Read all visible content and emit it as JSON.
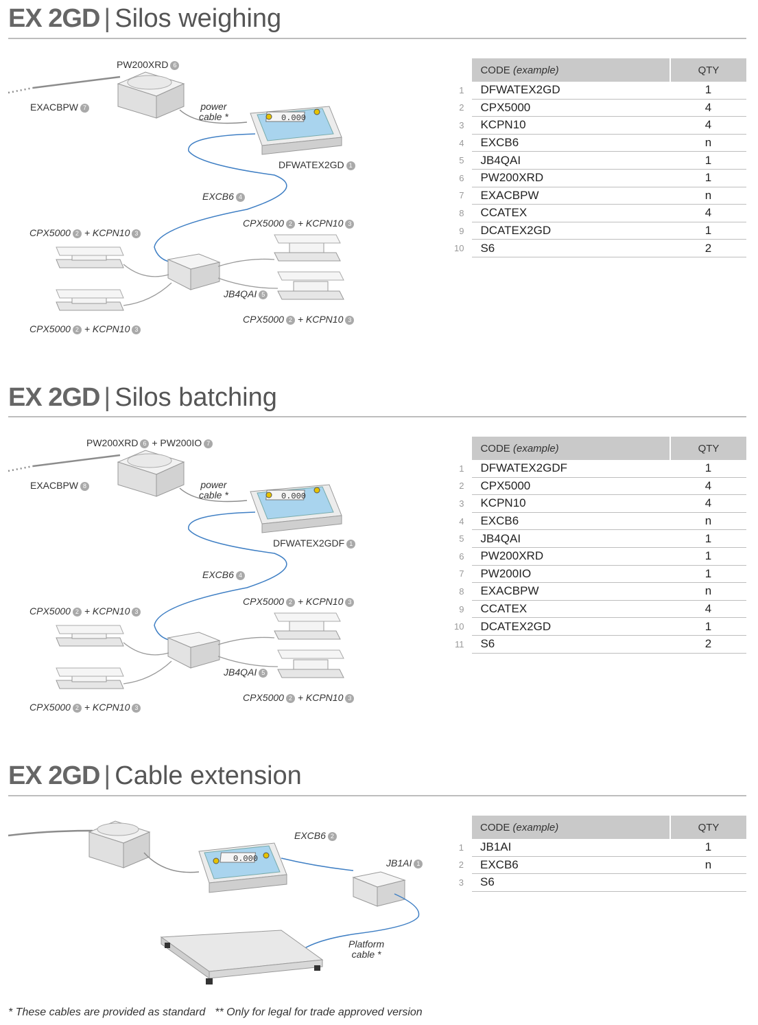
{
  "sections": [
    {
      "title_brand": "EX 2GD",
      "title_text": "Silos weighing",
      "labels": {
        "printer": "PW200XRD",
        "printer_n": "6",
        "mains": "EXACBPW",
        "mains_n": "7",
        "power_cable": "power",
        "power_cable2": "cable *",
        "indicator": "DFWATEX2GD",
        "indicator_n": "1",
        "cable": "EXCB6",
        "cable_n": "4",
        "cell_a": "CPX5000",
        "cell_a_n": "2",
        "cell_b": "+ KCPN10",
        "cell_b_n": "3",
        "jbox": "JB4QAI",
        "jbox_n": "5"
      },
      "table": {
        "col_code": "CODE",
        "col_code_note": "(example)",
        "col_qty": "QTY",
        "rows": [
          {
            "idx": "1",
            "code": "DFWATEX2GD",
            "qty": "1"
          },
          {
            "idx": "2",
            "code": "CPX5000",
            "qty": "4"
          },
          {
            "idx": "3",
            "code": "KCPN10",
            "qty": "4"
          },
          {
            "idx": "4",
            "code": "EXCB6",
            "qty": "n"
          },
          {
            "idx": "5",
            "code": "JB4QAI",
            "qty": "1"
          },
          {
            "idx": "6",
            "code": "PW200XRD",
            "qty": "1"
          },
          {
            "idx": "7",
            "code": "EXACBPW",
            "qty": "n"
          },
          {
            "idx": "8",
            "code": "CCATEX",
            "qty": "4"
          },
          {
            "idx": "9",
            "code": "DCATEX2GD",
            "qty": "1"
          },
          {
            "idx": "10",
            "code": "S6",
            "qty": "2"
          }
        ]
      }
    },
    {
      "title_brand": "EX 2GD",
      "title_text": "Silos batching",
      "labels": {
        "printer": "PW200XRD",
        "printer_n": "6",
        "printer_plus": "+ PW200IO",
        "printer_plus_n": "7",
        "mains": "EXACBPW",
        "mains_n": "8",
        "power_cable": "power",
        "power_cable2": "cable *",
        "indicator": "DFWATEX2GDF",
        "indicator_n": "1",
        "cable": "EXCB6",
        "cable_n": "4",
        "cell_a": "CPX5000",
        "cell_a_n": "2",
        "cell_b": "+ KCPN10",
        "cell_b_n": "3",
        "jbox": "JB4QAI",
        "jbox_n": "5"
      },
      "table": {
        "col_code": "CODE",
        "col_code_note": "(example)",
        "col_qty": "QTY",
        "rows": [
          {
            "idx": "1",
            "code": "DFWATEX2GDF",
            "qty": "1"
          },
          {
            "idx": "2",
            "code": "CPX5000",
            "qty": "4"
          },
          {
            "idx": "3",
            "code": "KCPN10",
            "qty": "4"
          },
          {
            "idx": "4",
            "code": "EXCB6",
            "qty": "n"
          },
          {
            "idx": "5",
            "code": "JB4QAI",
            "qty": "1"
          },
          {
            "idx": "6",
            "code": "PW200XRD",
            "qty": "1"
          },
          {
            "idx": "7",
            "code": "PW200IO",
            "qty": "1"
          },
          {
            "idx": "8",
            "code": "EXACBPW",
            "qty": "n"
          },
          {
            "idx": "9",
            "code": "CCATEX",
            "qty": "4"
          },
          {
            "idx": "10",
            "code": "DCATEX2GD",
            "qty": "1"
          },
          {
            "idx": "11",
            "code": "S6",
            "qty": "2"
          }
        ]
      }
    },
    {
      "title_brand": "EX 2GD",
      "title_text": "Cable extension",
      "labels": {
        "cable": "EXCB6",
        "cable_n": "2",
        "jbox": "JB1AI",
        "jbox_n": "1",
        "platform_cable": "Platform",
        "platform_cable2": "cable *"
      },
      "table": {
        "col_code": "CODE",
        "col_code_note": "(example)",
        "col_qty": "QTY",
        "rows": [
          {
            "idx": "1",
            "code": "JB1AI",
            "qty": "1"
          },
          {
            "idx": "2",
            "code": "EXCB6",
            "qty": "n"
          },
          {
            "idx": "3",
            "code": "S6",
            "qty": ""
          }
        ]
      }
    }
  ],
  "display_reading": "0.000",
  "footnotes": [
    "* These cables are provided as standard",
    "** Only for legal for trade approved version"
  ],
  "colors": {
    "blue_cable": "#3f7fc4",
    "grey_cable": "#8c8c8c",
    "screen": "#a9d4ee",
    "device": "#e6e6e6",
    "badge": "#a9a9a9",
    "rule": "#bdbdbd",
    "header_bg": "#c9c9c9"
  }
}
